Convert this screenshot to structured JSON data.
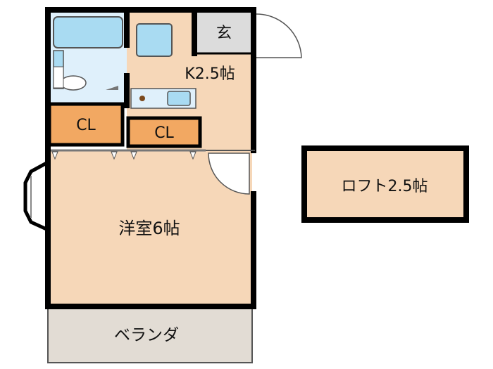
{
  "colors": {
    "room_fill": "#f6d7b8",
    "closet_fill": "#f2a862",
    "fixture_fill": "#a9dbf2",
    "bath_fill": "#dff0fb",
    "veranda_fill": "#e2dcd4",
    "entrance_fill": "#dcdcdc",
    "wall": "#000000"
  },
  "rooms": {
    "kitchen": "K2.5帖",
    "entrance": "玄",
    "closet_left": "CL",
    "closet_right": "CL",
    "western_room": "洋室6帖",
    "veranda": "ベランダ",
    "loft": "ロフト2.5帖"
  }
}
